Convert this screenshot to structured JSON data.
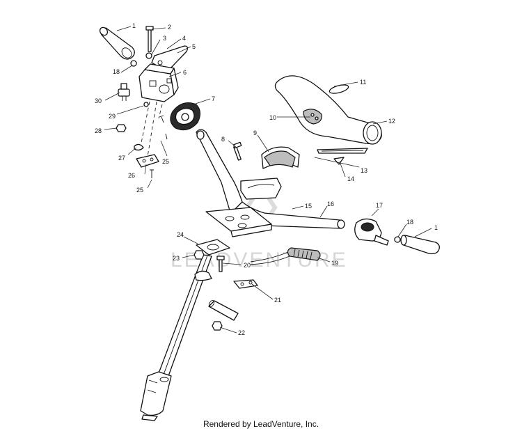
{
  "watermark": "LEADVENTURE",
  "footer": "Rendered by LeadVenture, Inc.",
  "callouts": {
    "c1a": "1",
    "c2": "2",
    "c3": "3",
    "c4": "4",
    "c5": "5",
    "c18a": "18",
    "c6": "6",
    "c7": "7",
    "c30": "30",
    "c29": "29",
    "c28": "28",
    "c27": "27",
    "c25a": "25",
    "c26": "26",
    "c25b": "25",
    "c11": "11",
    "c10": "10",
    "c12": "12",
    "c9": "9",
    "c8": "8",
    "c13": "13",
    "c14": "14",
    "c15": "15",
    "c16": "16",
    "c17": "17",
    "c18b": "18",
    "c1b": "1",
    "c24": "24",
    "c23": "23",
    "c20": "20",
    "c19": "19",
    "c21": "21",
    "c22": "22"
  }
}
